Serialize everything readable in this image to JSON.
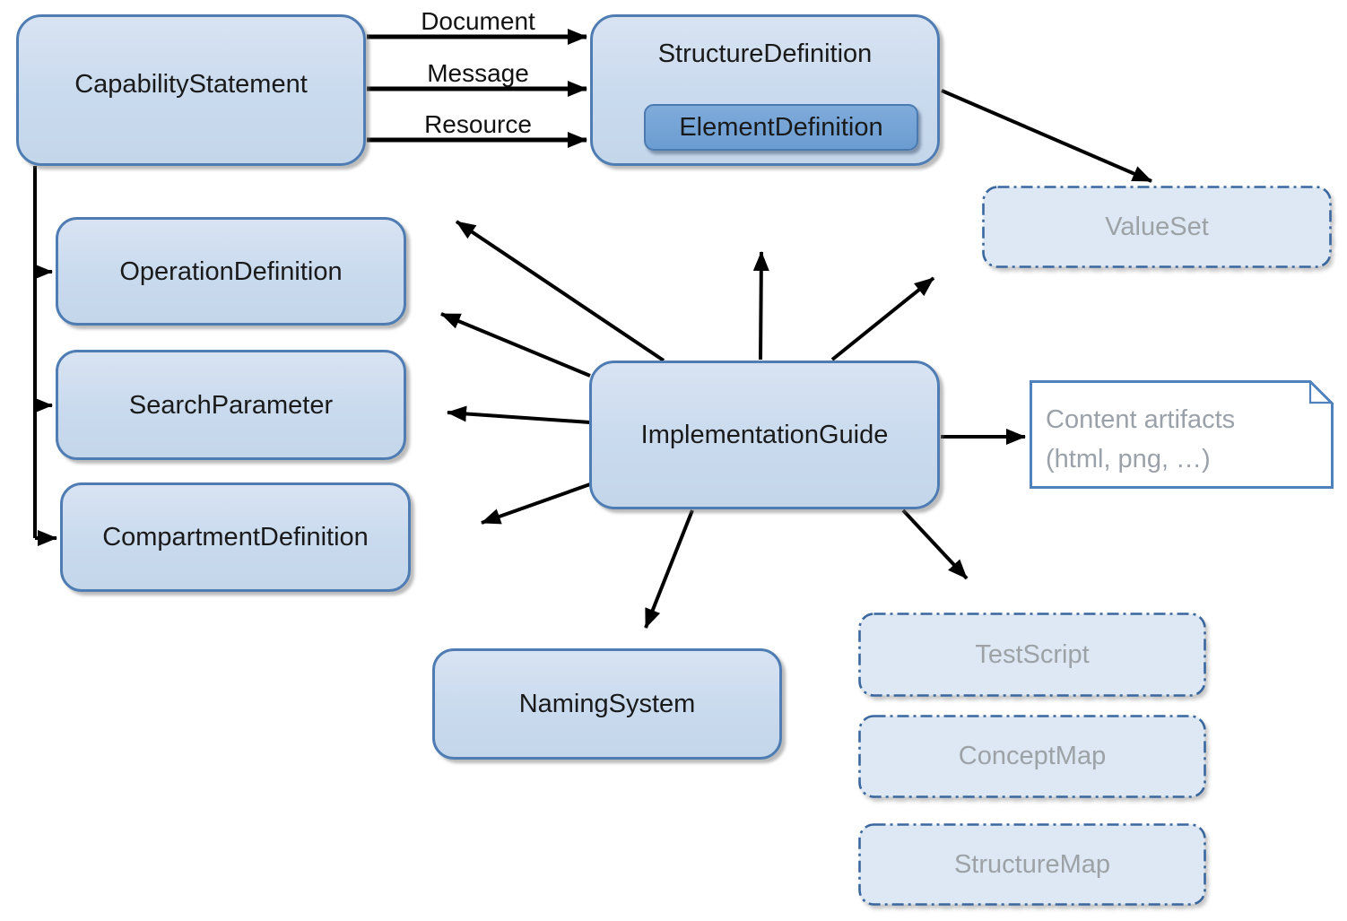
{
  "nodes": {
    "capability_statement": {
      "label": "CapabilityStatement"
    },
    "structure_definition": {
      "label": "StructureDefinition"
    },
    "element_definition": {
      "label": "ElementDefinition"
    },
    "value_set": {
      "label": "ValueSet"
    },
    "operation_definition": {
      "label": "OperationDefinition"
    },
    "search_parameter": {
      "label": "SearchParameter"
    },
    "compartment_definition": {
      "label": "CompartmentDefinition"
    },
    "implementation_guide": {
      "label": "ImplementationGuide"
    },
    "naming_system": {
      "label": "NamingSystem"
    },
    "test_script": {
      "label": "TestScript"
    },
    "concept_map": {
      "label": "ConceptMap"
    },
    "structure_map": {
      "label": "StructureMap"
    },
    "content_artifacts": {
      "label": "Content artifacts",
      "sublabel": "(html, png, …)"
    }
  },
  "edge_labels": {
    "document": "Document",
    "message": "Message",
    "resource": "Resource"
  },
  "colors": {
    "solid_node_fill": "#c9daee",
    "solid_node_border": "#4f7db3",
    "nested_node_fill": "#6f9fd4",
    "nested_node_border": "#4a7ab0",
    "dashed_node_fill": "#dde8f4",
    "dashed_node_border": "#39679e",
    "note_border": "#4f81bd",
    "note_fill": "#ffffff",
    "muted_text": "#9da2a6",
    "label_text": "#1a1a1a",
    "arrow": "#000000"
  }
}
